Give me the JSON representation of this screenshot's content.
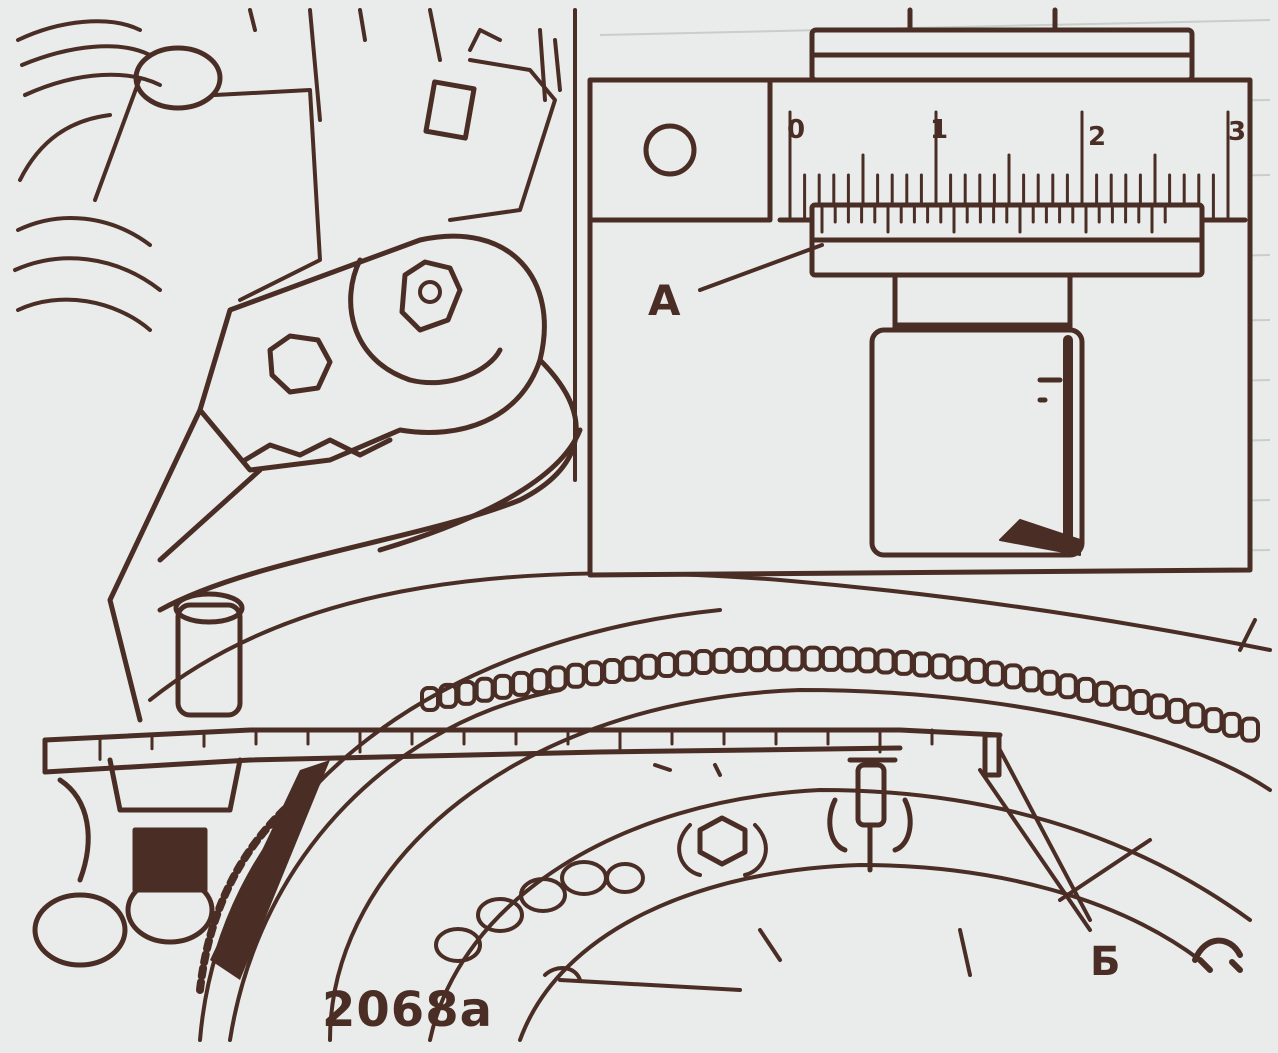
{
  "figure_number": "2068a",
  "scale": {
    "numbers": [
      "0",
      "1",
      "2",
      "3"
    ]
  },
  "labels": {
    "a": "А",
    "b": "Б"
  },
  "colors": {
    "ink": "#4a2e25",
    "paper": "#e9ecea",
    "bleed": "#c9ceca"
  }
}
